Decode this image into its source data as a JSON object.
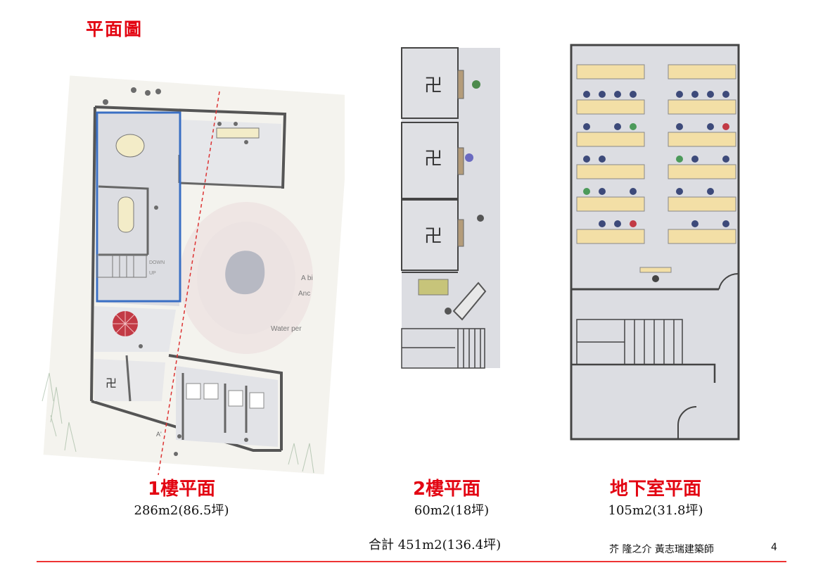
{
  "page": {
    "title": "平面圖"
  },
  "plans": [
    {
      "title": "1樓平面",
      "area": "286m2(86.5坪)",
      "labels": {
        "down": "DOWN",
        "up": "UP",
        "a_bi": "A bi",
        "anc": "Anc",
        "water": "Water per",
        "section": "A'"
      }
    },
    {
      "title": "2樓平面",
      "area": "60m2(18坪)"
    },
    {
      "title": "地下室平面",
      "area": "105m2(31.8坪)"
    }
  ],
  "total": "合計  451m2(136.4坪)",
  "footer": {
    "authors": "芥  隆之介  黃志瑞建築師",
    "page_number": "4"
  },
  "colors": {
    "accent_red": "#e30613",
    "highlight_blue": "#3a6fc4",
    "floor_gray": "#d9dbe0",
    "desk_yellow": "#f3dfa6",
    "umbrella_red": "#c23a45"
  }
}
